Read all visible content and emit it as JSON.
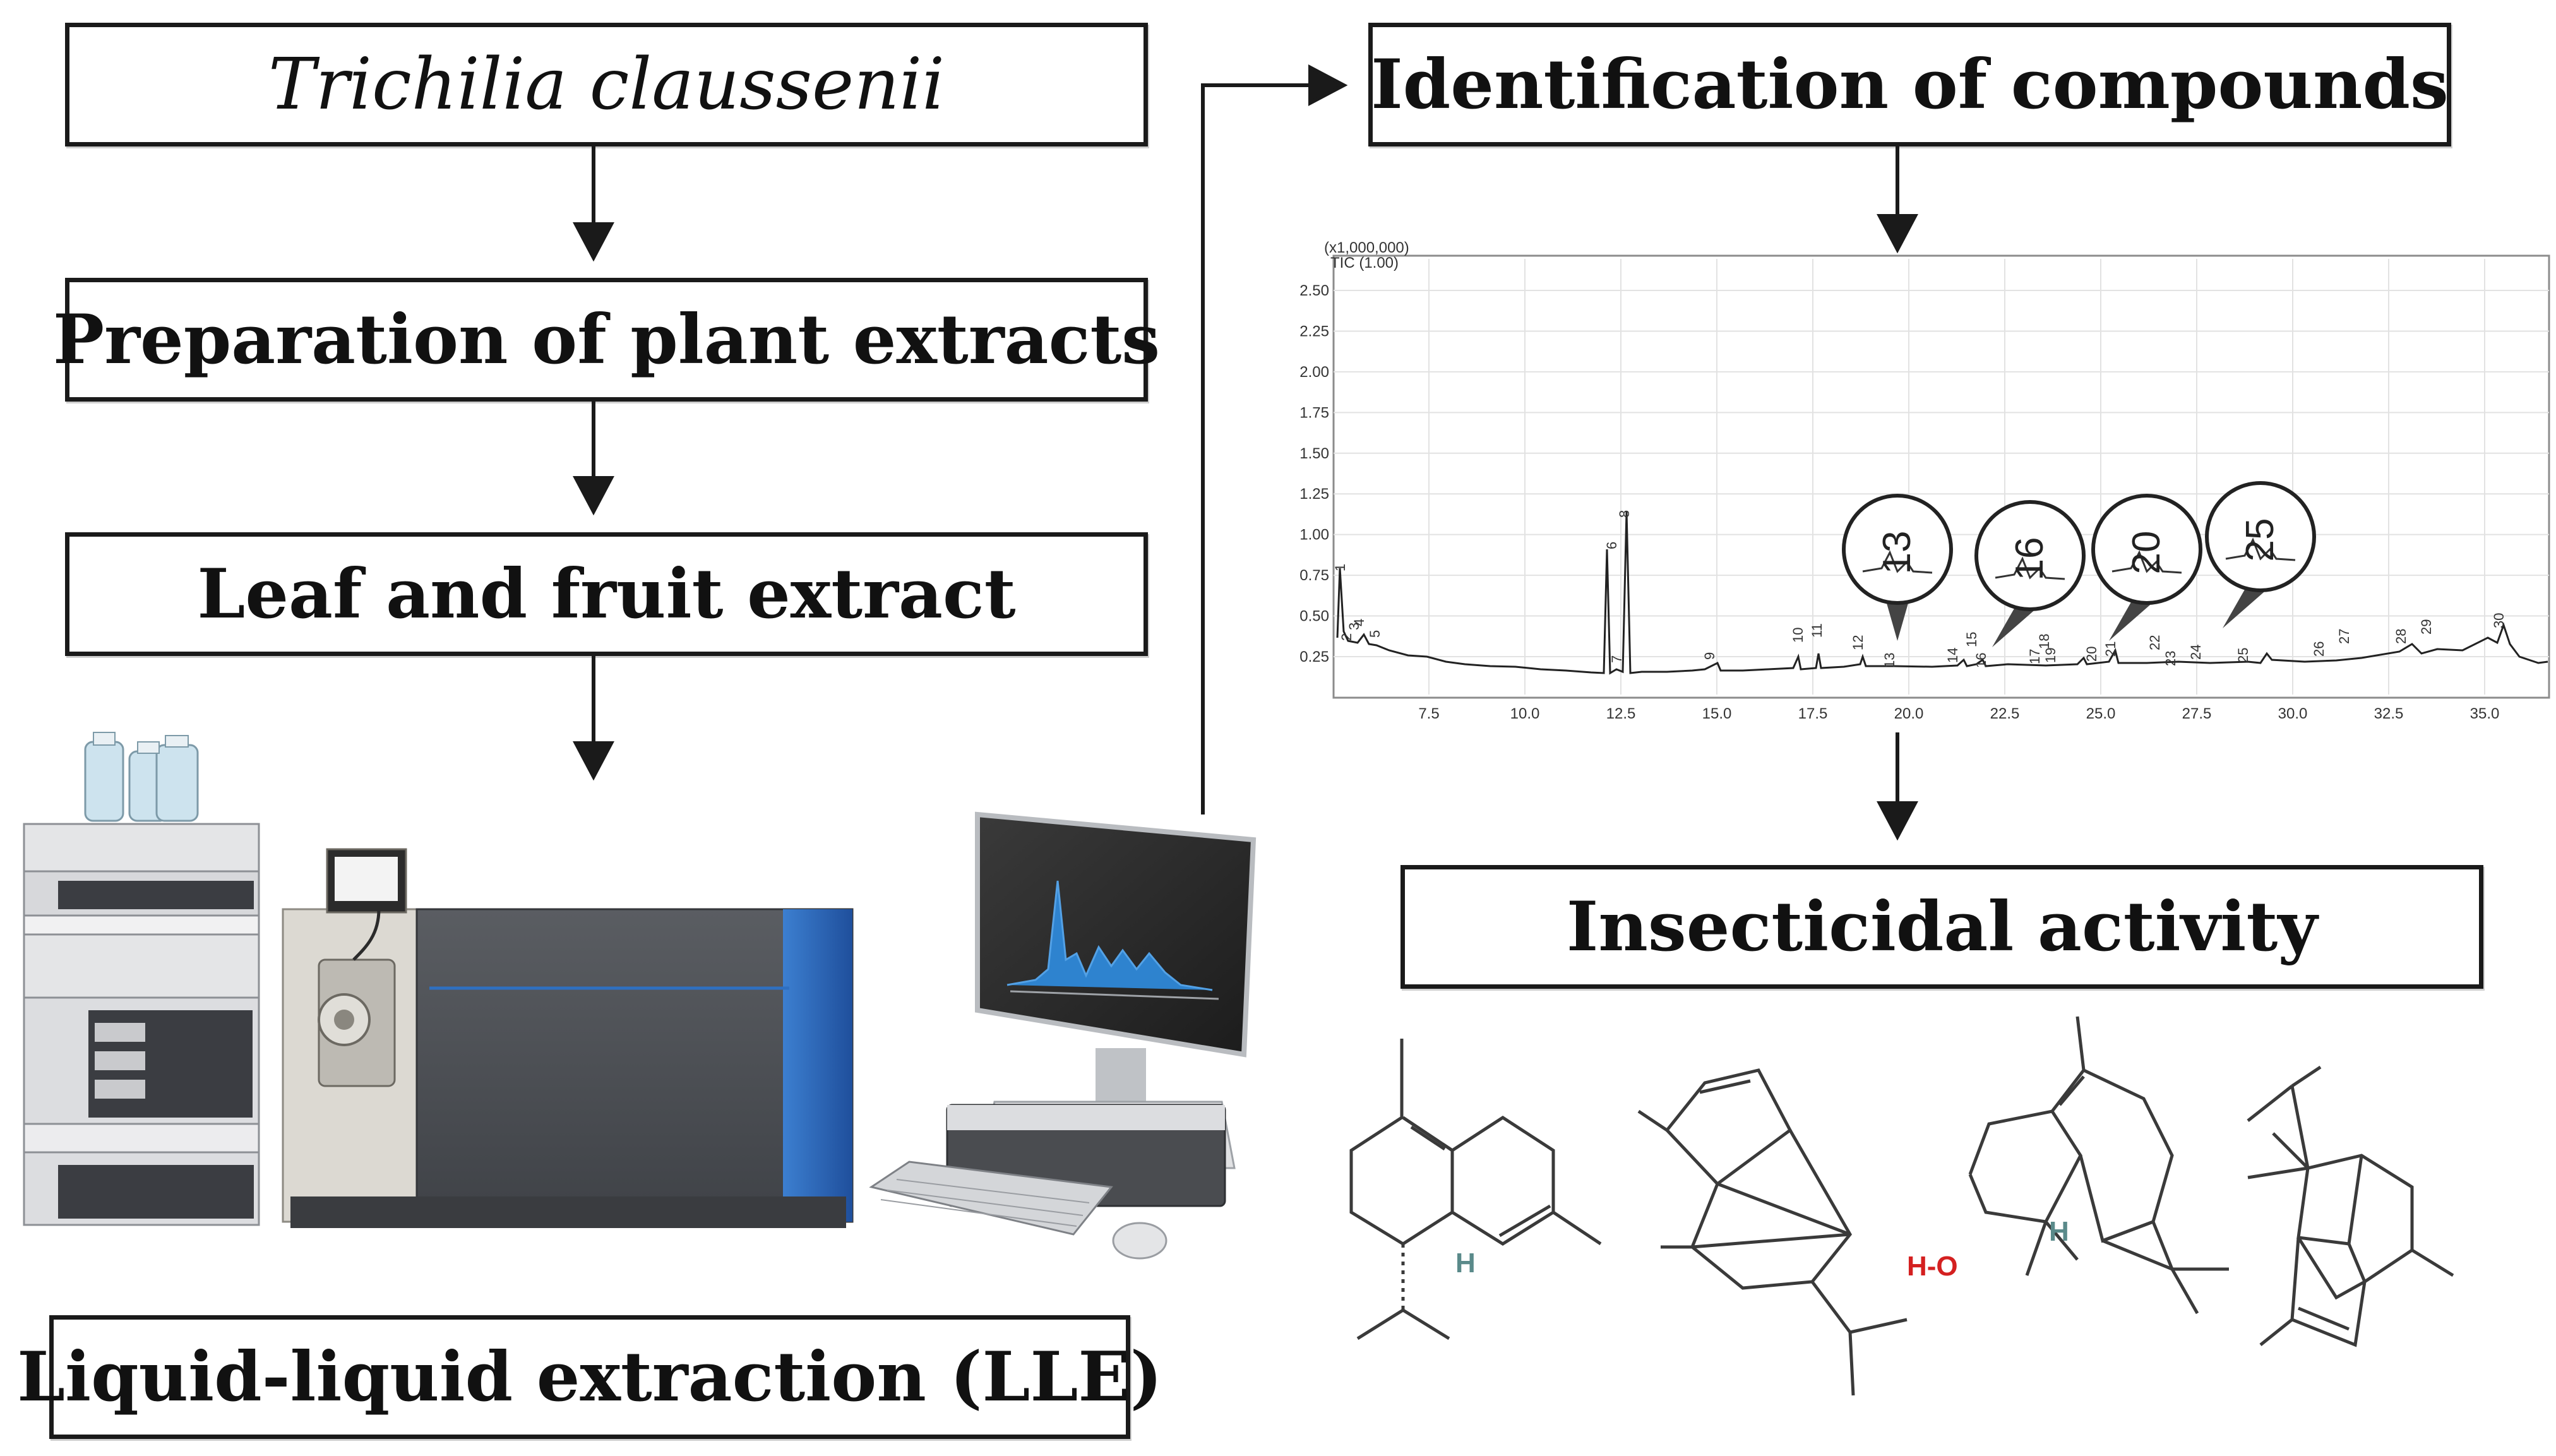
{
  "boxes": {
    "species": "Trichilia claussenii",
    "preparation": "Preparation of plant extracts",
    "extract": "Leaf and fruit extract",
    "lle": "Liquid-liquid extraction (LLE)",
    "identification": "Identification of compounds",
    "insecticidal": "Insecticidal activity"
  },
  "chromatogram": {
    "scale_label": "(x1,000,000)",
    "tic_label": "TIC (1.00)",
    "y_ticks": [
      "2.50",
      "2.25",
      "2.00",
      "1.75",
      "1.50",
      "1.25",
      "1.00",
      "0.75",
      "0.50",
      "0.25"
    ],
    "x_ticks": [
      "7.5",
      "10.0",
      "12.5",
      "15.0",
      "17.5",
      "20.0",
      "22.5",
      "25.0",
      "27.5",
      "30.0",
      "32.5",
      "35.0"
    ],
    "peak_labels": [
      "1",
      "2",
      "3",
      "4",
      "5",
      "6",
      "7",
      "8",
      "9",
      "10",
      "11",
      "12",
      "13",
      "14",
      "15",
      "16",
      "17",
      "18",
      "19",
      "20",
      "21",
      "22",
      "23",
      "24",
      "25",
      "26",
      "27",
      "28",
      "29",
      "30"
    ],
    "callouts": [
      "13",
      "16",
      "20",
      "25"
    ]
  },
  "structures": {
    "h_label": "H",
    "oh_label": "H-O"
  },
  "colors": {
    "box_border": "#1a1a1a",
    "arrow": "#1a1a1a",
    "chromatogram_trace": "#222222",
    "peak_blue": "#2a7bd6",
    "h_teal": "#5a8a8a",
    "o_red": "#d42020"
  }
}
